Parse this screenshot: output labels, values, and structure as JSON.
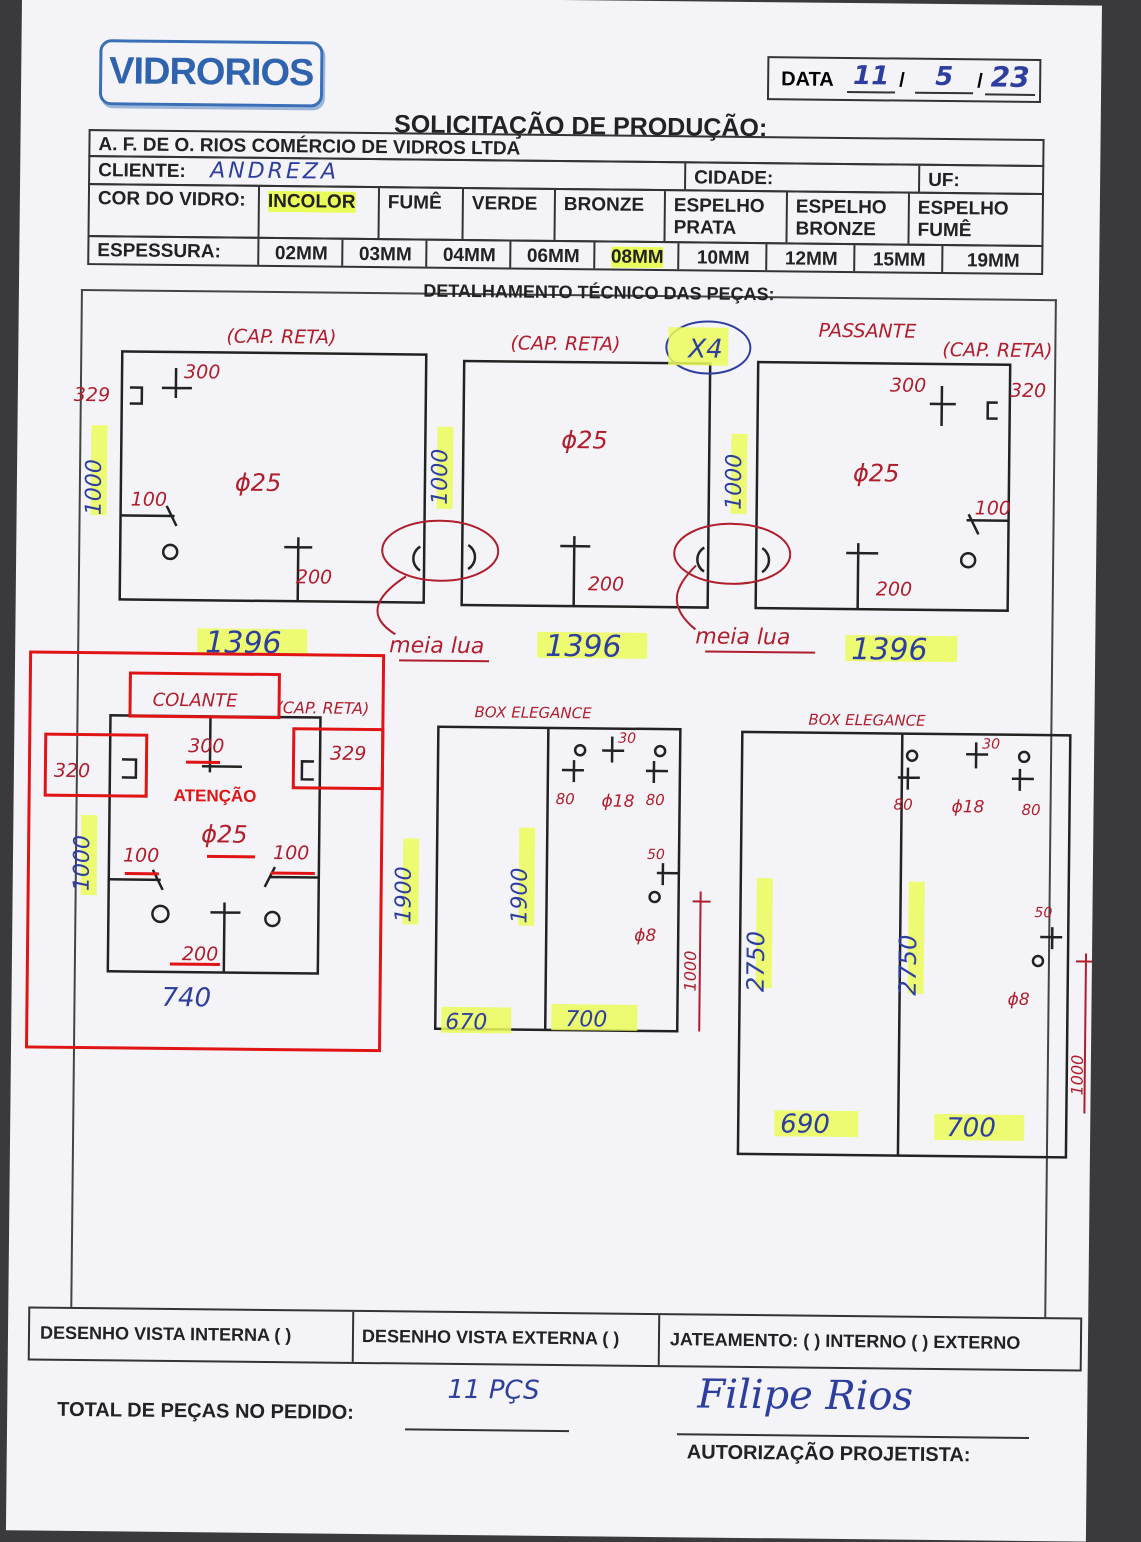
{
  "logo": {
    "text": "VIDRORIOS"
  },
  "date": {
    "label": "DATA",
    "day": "11",
    "month": "5",
    "year": "23"
  },
  "title": "SOLICITAÇÃO DE PRODUÇÃO:",
  "company": "A. F. DE O. RIOS COMÉRCIO DE VIDROS LTDA",
  "client": {
    "label": "CLIENTE:",
    "value": "ANDREZA",
    "city_label": "CIDADE:",
    "uf_label": "UF:"
  },
  "glass_color": {
    "label": "COR DO VIDRO:",
    "options": [
      "INCOLOR",
      "FUMÊ",
      "VERDE",
      "BRONZE",
      "ESPELHO PRATA",
      "ESPELHO BRONZE",
      "ESPELHO FUMÊ"
    ],
    "selected": "INCOLOR"
  },
  "thickness": {
    "label": "ESPESSURA:",
    "options": [
      "02MM",
      "03MM",
      "04MM",
      "06MM",
      "08MM",
      "10MM",
      "12MM",
      "15MM",
      "19MM"
    ],
    "selected": "08MM"
  },
  "technical_title": "DETALHAMENTO TÉCNICO DAS PEÇAS:",
  "pieces": {
    "p1": {
      "note": "(CAP. RETA)",
      "height": "1000",
      "width": "1396",
      "hole": "ϕ25",
      "m1": "300",
      "m2": "329",
      "m3": "100",
      "m4": "200"
    },
    "p2": {
      "note": "(CAP. RETA)",
      "height": "1000",
      "width": "1396",
      "hole": "ϕ25",
      "m4": "200",
      "qty": "X4"
    },
    "p3": {
      "note": "PASSANTE",
      "note2": "(CAP. RETA)",
      "height": "1000",
      "width": "1396",
      "hole": "ϕ25",
      "m1": "300",
      "m2": "320",
      "m3": "100",
      "m4": "200"
    },
    "half_moon": "meia lua",
    "p4": {
      "note": "COLANTE",
      "note2": "(CAP. RETA)",
      "height": "1000",
      "width": "740",
      "hole": "ϕ25",
      "m1": "300",
      "m2": "320",
      "m3": "329",
      "m4": "100",
      "m5": "100",
      "m6": "200",
      "attention": "ATENÇÃO"
    },
    "p5": {
      "note": "BOX ELEGANCE",
      "height_a": "1900",
      "height_b": "1900",
      "width_a": "670",
      "width_b": "700",
      "hole": "ϕ18",
      "hole2": "ϕ8",
      "m30": "30",
      "m80a": "80",
      "m80b": "80",
      "m50": "50",
      "m1000": "1000"
    },
    "p6": {
      "note": "BOX ELEGANCE",
      "height_a": "2750",
      "height_b": "2750",
      "width_a": "690",
      "width_b": "700",
      "hole": "ϕ18",
      "hole2": "ϕ8",
      "m30": "30",
      "m80a": "80",
      "m80b": "80",
      "m50": "50",
      "m1000": "1000"
    }
  },
  "footer": {
    "internal": "DESENHO VISTA INTERNA ( )",
    "external": "DESENHO VISTA EXTERNA ( )",
    "sandblast": "JATEAMENTO: ( ) INTERNO ( ) EXTERNO"
  },
  "total": {
    "label": "TOTAL DE PEÇAS NO PEDIDO:",
    "value": "11 PÇS"
  },
  "authorization": {
    "label": "AUTORIZAÇÃO PROJETISTA:",
    "signature": "Filipe Rios"
  }
}
